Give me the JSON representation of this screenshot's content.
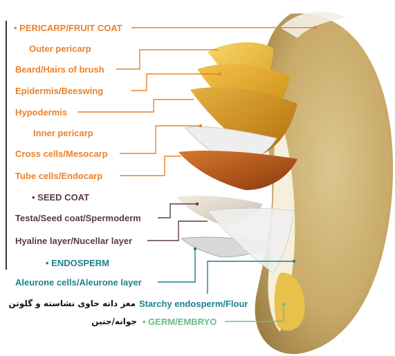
{
  "colors": {
    "pericarp": "#e8822a",
    "seed_coat": "#5a3a3f",
    "endosperm": "#1c7f8e",
    "germ": "#6fb98a"
  },
  "labels": {
    "pericarp_heading": "• PERICARP/FRUIT COAT",
    "outer_pericarp": "Outer pericarp",
    "beard": "Beard/Hairs of brush",
    "epidermis": "Epidermis/Beeswing",
    "hypodermis": "Hypodermis",
    "inner_pericarp": "Inner pericarp",
    "cross_cells": "Cross cells/Mesocarp",
    "tube_cells": "Tube cells/Endocarp",
    "seed_coat_heading": "• SEED COAT",
    "testa": "Testa/Seed coat/Spermoderm",
    "hyaline": "Hyaline layer/Nucellar layer",
    "endosperm_heading": "• ENDOSPERM",
    "aleurone": "Aleurone cells/Aleurone layer",
    "starchy": "Starchy endosperm/Flour",
    "starchy_fa": "مغز دانه حاوی نشاسته و گلوتن",
    "germ_fa": "جوانه/جنین",
    "germ_heading": "• GERM/EMBRYO"
  }
}
